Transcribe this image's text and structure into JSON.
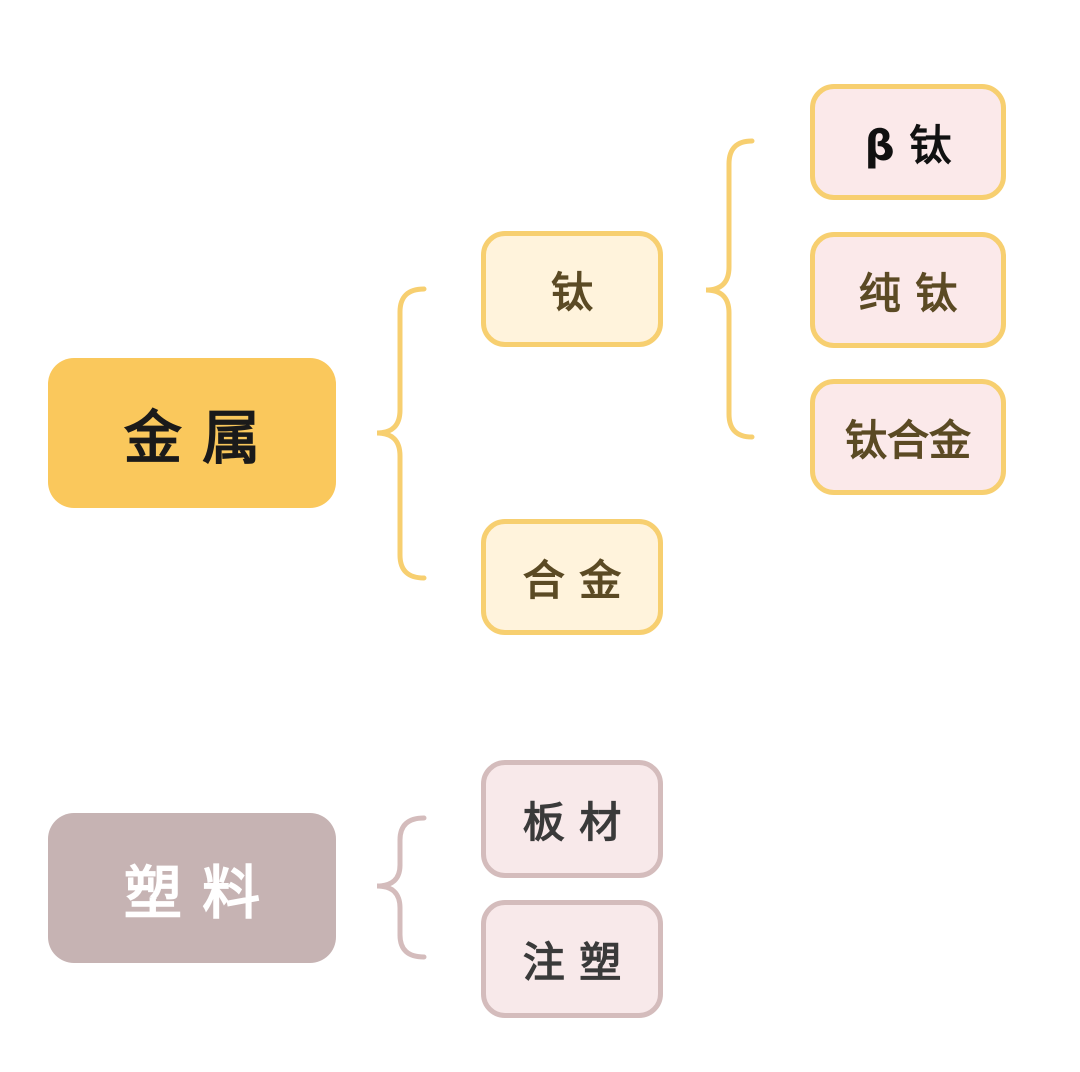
{
  "diagram": {
    "metal": {
      "label": "金 属",
      "children": [
        {
          "label": "钛",
          "children": [
            {
              "label": "β 钛"
            },
            {
              "label": "纯 钛"
            },
            {
              "label": "钛合金"
            }
          ]
        },
        {
          "label": "合 金"
        }
      ]
    },
    "plastic": {
      "label": "塑 料",
      "children": [
        {
          "label": "板 材"
        },
        {
          "label": "注 塑"
        }
      ]
    }
  },
  "colors": {
    "metal_root_fill": "#fac85c",
    "metal_border": "#f7cf70",
    "metal_node_fill": "#fff3dc",
    "metal_leaf_fill": "#fbe9ea",
    "plastic_root_fill": "#c6b3b3",
    "plastic_border": "#d4bcbc",
    "plastic_node_fill": "#f8e9ea"
  }
}
